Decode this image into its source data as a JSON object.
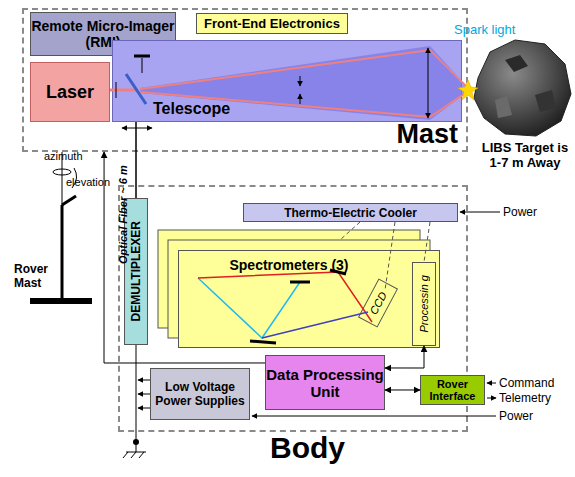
{
  "diagram": {
    "nodes": [
      {
        "text": [
          "Mast"
        ]
      },
      {
        "text": [
          "Remote Micro-Imager (RMI)"
        ],
        "in": 0
      },
      {
        "text": [
          "Front-End Electronics"
        ],
        "in": 0
      },
      {
        "text": [
          "Laser"
        ],
        "in": 0
      },
      {
        "text": [
          "Telescope"
        ],
        "in": 0
      },
      {
        "text": [
          "Body"
        ]
      },
      {
        "text": [
          "Thermo-Electric Cooler"
        ],
        "in": 5
      },
      {
        "text": [
          "DEMULTIPLEXER"
        ],
        "in": 5
      },
      {
        "text": [
          "Spectrometers (3)"
        ],
        "in": 5
      },
      {
        "text": [
          "CCD"
        ],
        "in": 8
      },
      {
        "text": [
          "Processin g"
        ],
        "in": 8
      },
      {
        "text": [
          "Data Processing Unit"
        ],
        "in": 5
      },
      {
        "text": [
          "Rover Interface"
        ],
        "in": 5
      },
      {
        "text": [
          "Low Voltage Power Supplies"
        ],
        "in": 5
      }
    ],
    "edges": [
      {
        "from": 4,
        "to": 7,
        "arrow": "none"
      },
      {
        "from": 11,
        "to": 0,
        "arrow": "to"
      },
      {
        "from": 10,
        "to": 11,
        "arrow": "both"
      },
      {
        "from": 11,
        "to": 12,
        "arrow": "both"
      }
    ],
    "labels": [
      "Spark light",
      "LIBS Target is 1-7 m Away",
      "azimuth",
      "elevation",
      "Rover Mast",
      "Optical Fiber ~ 6 m",
      "Power",
      "Command",
      "Telemetry",
      "Power"
    ]
  }
}
